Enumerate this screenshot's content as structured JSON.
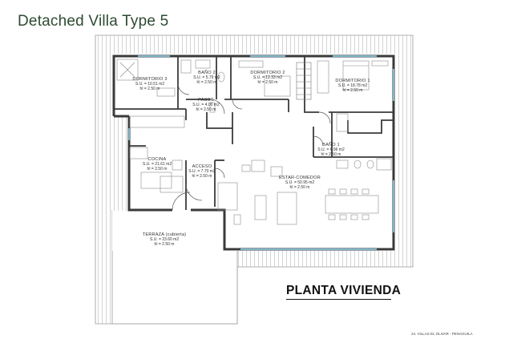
{
  "page_title": "Detached Villa Type 5",
  "plan_title": "PLANTA VIVIENDA",
  "footer": "24. VILLAS EL OLIVAR - PENAGUILA",
  "colors": {
    "title": "#2e4a32",
    "wall": "#3a3a3a",
    "hatch": "#c9c9c9",
    "glazing": "#7fb5c9"
  },
  "rooms": [
    {
      "id": "dormitorio-3",
      "name": "DORMITORIO 3",
      "su": "S.U. = 10.51 m2",
      "hl": "hl = 2.50 m"
    },
    {
      "id": "bano-2",
      "name": "BAÑO 2",
      "su": "S.U. = 5.79 m2",
      "hl": "hl = 2.50 m"
    },
    {
      "id": "dormitorio-2",
      "name": "DORMITORIO 2",
      "su": "S.U. = 12.33 m2",
      "hl": "hl = 2.50 m"
    },
    {
      "id": "dormitorio-1",
      "name": "DORMITORIO 1",
      "su": "S.U. = 18.78 m2",
      "hl": "hl = 2.50 m"
    },
    {
      "id": "pasos",
      "name": "PASOS",
      "su": "S.U. = 4.00 m2",
      "hl": "hl = 2.50 m"
    },
    {
      "id": "bano-1",
      "name": "BAÑO 1",
      "su": "S.U. = 6.96 m2",
      "hl": "hl = 2.50 m"
    },
    {
      "id": "cocina",
      "name": "COCINA",
      "su": "S.U. = 21.61 m2",
      "hl": "hl = 2.50 m"
    },
    {
      "id": "acceso",
      "name": "ACCESO",
      "su": "S.U. = 7.70 m2",
      "hl": "hl = 2.50 m"
    },
    {
      "id": "estar-comedor",
      "name": "ESTAR-COMEDOR",
      "su": "S.U. = 50.95 m2",
      "hl": "hl = 2.50 m"
    },
    {
      "id": "terraza",
      "name": "TERRAZA (cubierta)",
      "su": "S.U. = 23.60 m2",
      "hl": "hl = 2.50 m"
    }
  ]
}
